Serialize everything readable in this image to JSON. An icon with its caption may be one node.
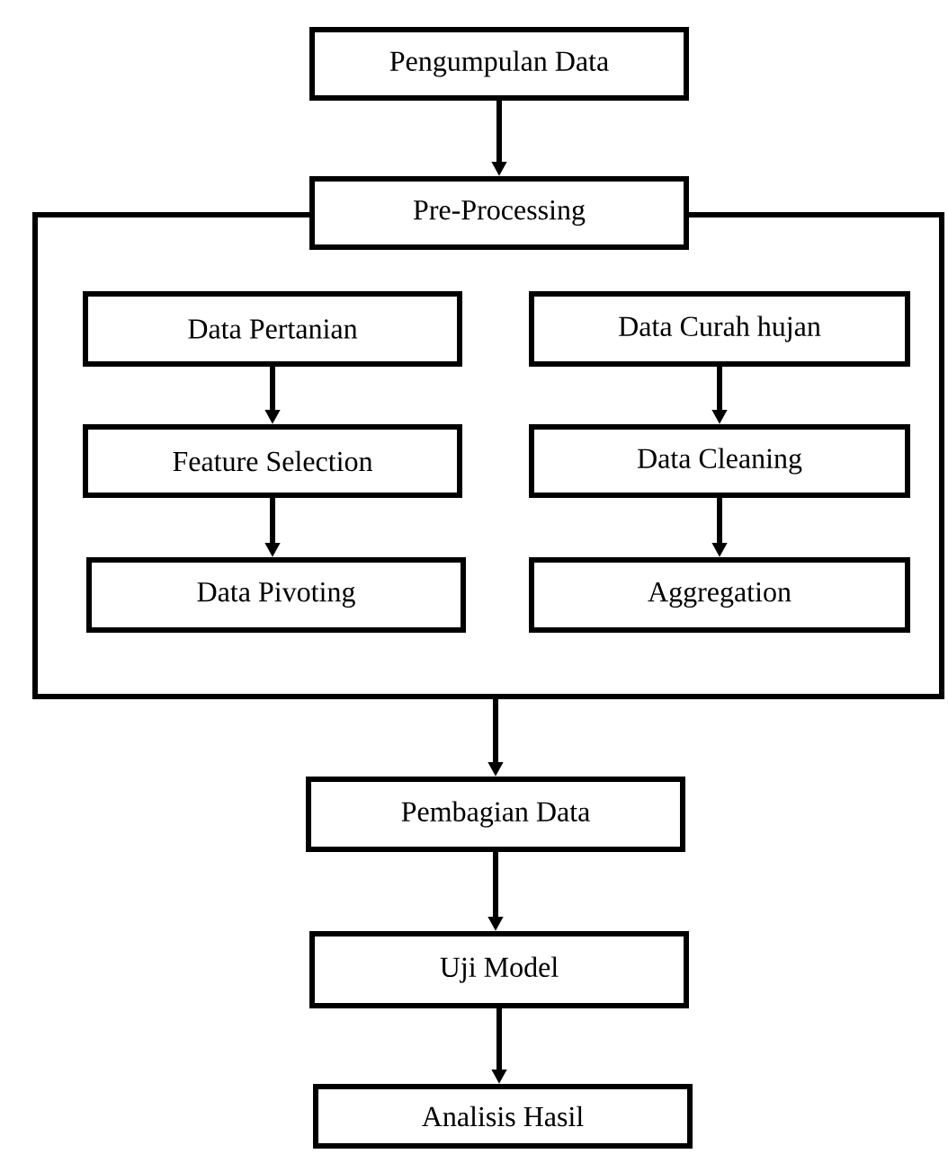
{
  "diagram": {
    "nodes": [
      {
        "text": [
          "Pengumpulan Data"
        ]
      },
      {
        "text": [
          "Pre-Processing"
        ]
      },
      {
        "text": [],
        "shape": "box"
      },
      {
        "text": [
          "Data Pertanian"
        ],
        "in": 2
      },
      {
        "text": [
          "Feature Selection"
        ],
        "in": 2
      },
      {
        "text": [
          "Data Pivoting"
        ],
        "in": 2
      },
      {
        "text": [
          "Data Curah hujan"
        ],
        "in": 2
      },
      {
        "text": [
          "Data Cleaning"
        ],
        "in": 2
      },
      {
        "text": [
          "Aggregation"
        ],
        "in": 2
      },
      {
        "text": [
          "Pembagian Data"
        ]
      },
      {
        "text": [
          "Uji Model"
        ]
      },
      {
        "text": [
          "Analisis Hasil"
        ]
      }
    ],
    "edges": [
      {
        "from": 0,
        "to": 1,
        "arrow": "to"
      },
      {
        "from": 3,
        "to": 4,
        "arrow": "to"
      },
      {
        "from": 4,
        "to": 5,
        "arrow": "to"
      },
      {
        "from": 6,
        "to": 7,
        "arrow": "to"
      },
      {
        "from": 7,
        "to": 8,
        "arrow": "to"
      },
      {
        "from": 2,
        "to": 9,
        "arrow": "to"
      },
      {
        "from": 9,
        "to": 10,
        "arrow": "to"
      },
      {
        "from": 10,
        "to": 11,
        "arrow": "to"
      }
    ]
  }
}
